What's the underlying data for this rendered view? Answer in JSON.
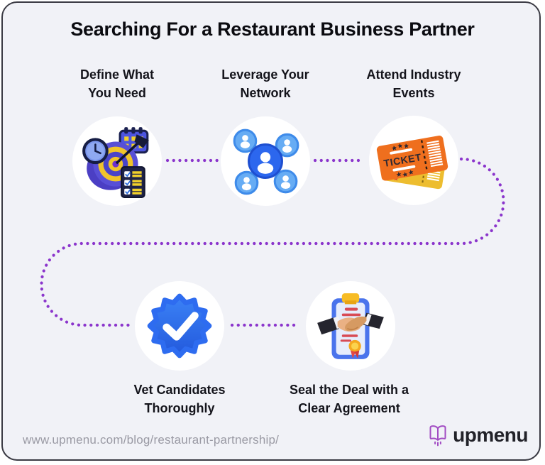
{
  "title": "Searching For a Restaurant Business Partner",
  "steps": [
    {
      "line1": "Define What",
      "line2": "You Need",
      "icon": "target-dartboard-icon"
    },
    {
      "line1": "Leverage Your",
      "line2": "Network",
      "icon": "people-network-icon"
    },
    {
      "line1": "Attend Industry",
      "line2": "Events",
      "icon": "event-tickets-icon"
    },
    {
      "line1": "Vet Candidates",
      "line2": "Thoroughly",
      "icon": "verified-badge-icon"
    },
    {
      "line1": "Seal the Deal with a",
      "line2": "Clear Agreement",
      "icon": "handshake-agreement-icon"
    }
  ],
  "ticket_text": "TICKET",
  "footer": {
    "url": "www.upmenu.com/blog/restaurant-partnership/",
    "brand": "upmenu"
  },
  "colors": {
    "card_background": "#F1F2F7",
    "card_border": "#3A3A43",
    "path_dots": "#8B35CC",
    "badge_blue": "#2E6CF0",
    "ticket_orange": "#EF6F1E",
    "ticket_yellow": "#EDBD2F",
    "brand_purple": "#A24CC3"
  }
}
